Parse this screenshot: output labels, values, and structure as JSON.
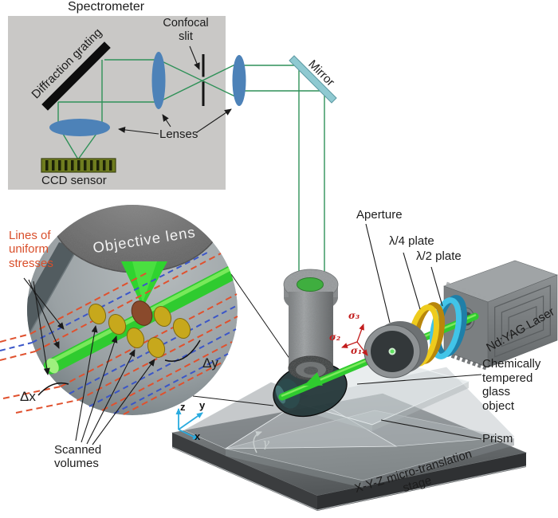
{
  "spectrometer": {
    "title": "Spectrometer",
    "grating": "Diffraction grating",
    "confocal_line1": "Confocal",
    "confocal_line2": "slit",
    "lenses": "Lenses",
    "ccd": "CCD sensor"
  },
  "optics": {
    "mirror": "Mirror",
    "aperture": "Aperture",
    "quarter_wave_plate": "λ/4 plate",
    "half_wave_plate": "λ/2 plate"
  },
  "laser": {
    "name": "Nd:YAG Laser"
  },
  "sample": {
    "glass_line1": "Chemically",
    "glass_line2": "tempered",
    "glass_line3": "glass",
    "glass_line4": "object",
    "prism": "Prism",
    "stage_line1": "X-Y-Z micro-translation",
    "stage_line2": "stage",
    "gamma": "γ"
  },
  "inset": {
    "objective": "Objective lens",
    "stress_line1": "Lines of",
    "stress_line2": "uniform",
    "stress_line3": "stresses",
    "scanned_line1": "Scanned",
    "scanned_line2": "volumes",
    "delta_x": "Δx",
    "delta_y": "Δy"
  },
  "axes": {
    "x": "x",
    "y": "y",
    "z": "z"
  },
  "sigma": {
    "s1": "σ₁",
    "s2": "σ₂",
    "s3": "σ₃"
  },
  "colors": {
    "spectrometer_bg": "#c9c8c6",
    "beam_path_green": "#2f9158",
    "laser_beam_green": "#2fcb2f",
    "beam_highlight": "#8bf066",
    "lens_blue": "#4d82b8",
    "mirror_teal": "#8fc9d1",
    "quarter_wave_yellow": "#eecb1d",
    "half_wave_cyan": "#41c4e8",
    "stress_line_red": "#e0512e",
    "stress_line_blue": "#3b56c8",
    "scanned_volume_gold": "#c7a81c",
    "focal_volume_brown": "#8a4a2c",
    "sigma_red": "#c21d1d",
    "axis_cyan": "#2aabdf"
  }
}
